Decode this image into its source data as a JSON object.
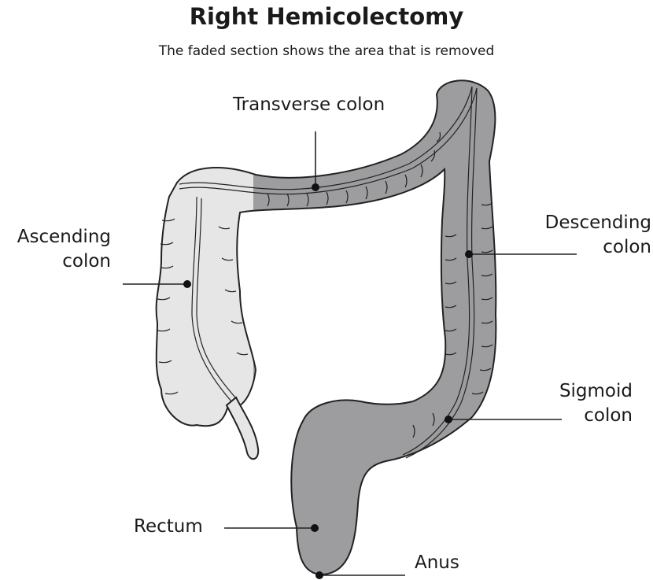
{
  "title": "Right Hemicolectomy",
  "subtitle": "The faded section shows the area that is removed",
  "labels": {
    "transverse": "Transverse colon",
    "ascending_line1": "Ascending",
    "ascending_line2": "colon",
    "descending_line1": "Descending",
    "descending_line2": "colon",
    "sigmoid_line1": "Sigmoid",
    "sigmoid_line2": "colon",
    "rectum": "Rectum",
    "anus": "Anus"
  },
  "colors": {
    "removed": "#e6e6e6",
    "remaining": "#9d9d9f",
    "outline": "#222222"
  }
}
